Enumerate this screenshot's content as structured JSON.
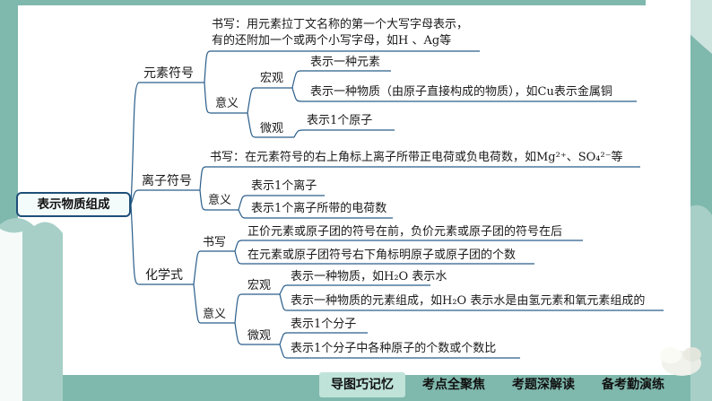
{
  "colors": {
    "frame": "#7fb8ad",
    "line": "#2a5d8a",
    "accent": "#bfe3d9"
  },
  "root": "表示物质组成",
  "branches": {
    "element": {
      "title": "元素符号",
      "write_line1": "书写：用元素拉丁文名称的第一个大写字母表示，",
      "write_line2": "有的还附加一个或两个小写字母，如H 、Ag等",
      "meaning": "意义",
      "macro": "宏观",
      "macro1": "表示一种元素",
      "macro2": "表示一种物质（由原子直接构成的物质），如Cu表示金属铜",
      "micro": "微观",
      "micro1": "表示1个原子"
    },
    "ion": {
      "title": "离子符号",
      "write": "书写：在元素符号的右上角标上离子所带正电荷或负电荷数，如Mg²⁺、SO₄²⁻等",
      "meaning": "意义",
      "m1": "表示1个离子",
      "m2": "表示1个离子所带的电荷数"
    },
    "formula": {
      "title": "化学式",
      "write": "书写",
      "w1": "正价元素或原子团的符号在前，负价元素或原子团的符号在后",
      "w2": "在元素或原子团符号右下角标明原子或原子团的个数",
      "meaning": "意义",
      "macro": "宏观",
      "macro1": "表示一种物质，如H₂O 表示水",
      "macro2": "表示一种物质的元素组成，如H₂O 表示水是由氢元素和氧元素组成的",
      "micro": "微观",
      "micro1": "表示1个分子",
      "micro2": "表示1个分子中各种原子的个数或个数比"
    }
  },
  "nav": [
    "导图巧记忆",
    "考点全聚焦",
    "考题深解读",
    "备考勤演练"
  ]
}
